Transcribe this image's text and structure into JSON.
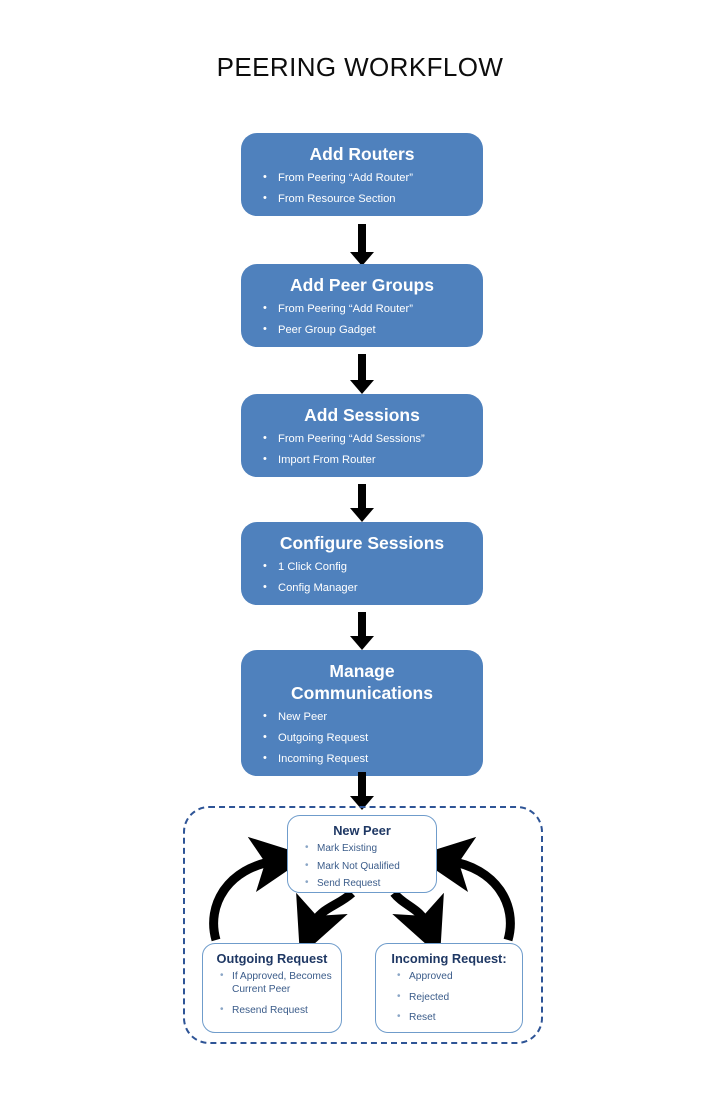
{
  "page": {
    "title": "PEERING WORKFLOW",
    "background": "#ffffff"
  },
  "colors": {
    "box_fill": "#4f81bd",
    "box_text": "#ffffff",
    "subbox_fill": "#ffffff",
    "subbox_border": "#6f9ccb",
    "subbox_title_text": "#1f3864",
    "subbox_bullet_text": "#3b5c8a",
    "dashed_border": "#2e5496",
    "arrow": "#000000",
    "title_text": "#0d0d0d"
  },
  "flow": {
    "steps": [
      {
        "id": "add-routers",
        "title": "Add Routers",
        "bullets": [
          "From  Peering “Add Router”",
          "From Resource Section"
        ]
      },
      {
        "id": "add-peer-groups",
        "title": "Add Peer Groups",
        "bullets": [
          "From  Peering “Add Router”",
          "Peer Group Gadget"
        ]
      },
      {
        "id": "add-sessions",
        "title": "Add Sessions",
        "bullets": [
          "From  Peering “Add Sessions”",
          "Import  From Router"
        ]
      },
      {
        "id": "configure-sessions",
        "title": "Configure Sessions",
        "bullets": [
          "1 Click Config",
          "Config Manager"
        ]
      },
      {
        "id": "manage-communications",
        "title_line1": "Manage",
        "title_line2": "Communications",
        "bullets": [
          "New Peer",
          "Outgoing Request",
          "Incoming Request"
        ]
      }
    ]
  },
  "detail_group": {
    "boxes": [
      {
        "id": "new-peer",
        "title": "New Peer",
        "bullets": [
          "Mark Existing",
          "Mark Not Qualified",
          "Send Request"
        ]
      },
      {
        "id": "outgoing-request",
        "title": "Outgoing Request",
        "bullets": [
          "If Approved, Becomes Current Peer",
          "Resend Request"
        ]
      },
      {
        "id": "incoming-request",
        "title": "Incoming Request:",
        "bullets": [
          "Approved",
          "Rejected",
          "Reset"
        ]
      }
    ]
  },
  "connectors": {
    "down_arrows": [
      {
        "name": "arrow-routers-to-peer-groups"
      },
      {
        "name": "arrow-peer-groups-to-sessions"
      },
      {
        "name": "arrow-sessions-to-configure"
      },
      {
        "name": "arrow-configure-to-manage"
      },
      {
        "name": "arrow-manage-to-new-peer"
      }
    ],
    "curved_arrows": [
      {
        "name": "arrow-new-peer-to-outgoing"
      },
      {
        "name": "arrow-new-peer-to-incoming"
      },
      {
        "name": "arrow-outgoing-to-new-peer"
      },
      {
        "name": "arrow-incoming-to-new-peer"
      }
    ]
  }
}
